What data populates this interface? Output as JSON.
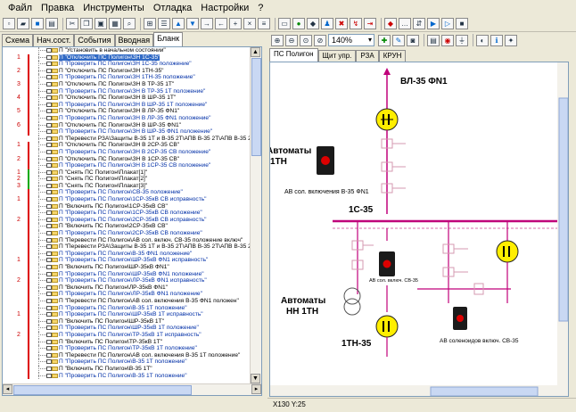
{
  "menu": [
    "Файл",
    "Правка",
    "Инструменты",
    "Отладка",
    "Настройки",
    "?"
  ],
  "left_tabs": [
    "Схема",
    "Нач.сост.",
    "События",
    "Вводная",
    "Бланк"
  ],
  "zoom": "140%",
  "right_tabs": [
    "ПС Полигон",
    "Щит упр.",
    "РЗА",
    "КРУН"
  ],
  "status": "X130 Y:25",
  "tree": [
    {
      "num": "",
      "bar": "",
      "text": "П \"Установить в начальном состоянии\"",
      "blue": false,
      "sel": false
    },
    {
      "num": "1",
      "bar": "red",
      "text": "П \"Отключить ПС Полигон\\ЗН 1С-35\"",
      "blue": false,
      "sel": true
    },
    {
      "num": "",
      "bar": "red",
      "text": "П \"Проверить ПС Полигон\\ЗН 1С-35 положение\"",
      "blue": true,
      "sel": false
    },
    {
      "num": "2",
      "bar": "red",
      "text": "П \"Отключить ПС Полигон\\ЗН 1ТН-35\"",
      "blue": false,
      "sel": false
    },
    {
      "num": "",
      "bar": "red",
      "text": "П \"Проверить ПС Полигон\\ЗН 1ТН-35 положение\"",
      "blue": true,
      "sel": false
    },
    {
      "num": "3",
      "bar": "red",
      "text": "П \"Отключить ПС Полигон\\ЗН В ТР-35 1Т\"",
      "blue": false,
      "sel": false
    },
    {
      "num": "",
      "bar": "red",
      "text": "П \"Проверить ПС Полигон\\ЗН В ТР-35 1Т положение\"",
      "blue": true,
      "sel": false
    },
    {
      "num": "4",
      "bar": "red",
      "text": "П \"Отключить ПС Полигон\\ЗН В ШР-35 1Т\"",
      "blue": false,
      "sel": false
    },
    {
      "num": "",
      "bar": "red",
      "text": "П \"Проверить ПС Полигон\\ЗН В ШР-35 1Т положение\"",
      "blue": true,
      "sel": false
    },
    {
      "num": "5",
      "bar": "red",
      "text": "П \"Отключить ПС Полигон\\ЗН В ЛР-35 ФN1\"",
      "blue": false,
      "sel": false
    },
    {
      "num": "",
      "bar": "red",
      "text": "П \"Проверить ПС Полигон\\ЗН В ЛР-35 ФN1 положение\"",
      "blue": true,
      "sel": false
    },
    {
      "num": "6",
      "bar": "red",
      "text": "П \"Отключить ПС Полигон\\ЗН В ШР-35 ФN1\"",
      "blue": false,
      "sel": false
    },
    {
      "num": "",
      "bar": "red",
      "text": "П \"Проверить ПС Полигон\\ЗН В ШР-35 ФN1 положение\"",
      "blue": true,
      "sel": false
    },
    {
      "num": "",
      "bar": "",
      "text": "П \"Перевести РЗА\\Защиты В-35 1Т и В-35 2Т\\АПВ В-35 2Т\\АПВ В-35 2Т\"",
      "blue": false,
      "sel": false
    },
    {
      "num": "1",
      "bar": "red",
      "text": "П \"Отключить ПС Полигон\\ЗН В 2СР-35 СВ\"",
      "blue": false,
      "sel": false
    },
    {
      "num": "",
      "bar": "red",
      "text": "П \"Проверить ПС Полигон\\ЗН В 2СР-35 СВ положение\"",
      "blue": true,
      "sel": false
    },
    {
      "num": "2",
      "bar": "red",
      "text": "П \"Отключить ПС Полигон\\ЗН В 1СР-35 СВ\"",
      "blue": false,
      "sel": false
    },
    {
      "num": "",
      "bar": "red",
      "text": "П \"Проверить ПС Полигон\\ЗН В 1СР-35 СВ положение\"",
      "blue": true,
      "sel": false
    },
    {
      "num": "1",
      "bar": "green",
      "text": "П \"Снять ПС Полигон\\Плакат[1]\"",
      "blue": false,
      "sel": false
    },
    {
      "num": "2",
      "bar": "green",
      "text": "П \"Снять ПС Полигон\\Плакат[2]\"",
      "blue": false,
      "sel": false
    },
    {
      "num": "3",
      "bar": "green",
      "text": "П \"Снять ПС Полигон\\Плакат[3]\"",
      "blue": false,
      "sel": false
    },
    {
      "num": "",
      "bar": "red",
      "text": "П \"Проверить ПС Полигон\\СВ-35 положение\"",
      "blue": true,
      "sel": false
    },
    {
      "num": "1",
      "bar": "red",
      "text": "П \"Проверить ПС Полигон\\1СР-35кВ СВ исправность\"",
      "blue": true,
      "sel": false
    },
    {
      "num": "",
      "bar": "red",
      "text": "П \"Включить ПС Полигон\\1СР-35кВ СВ\"",
      "blue": false,
      "sel": false
    },
    {
      "num": "",
      "bar": "red",
      "text": "П \"Проверить ПС Полигон\\1СР-35кВ СВ положение\"",
      "blue": true,
      "sel": false
    },
    {
      "num": "2",
      "bar": "red",
      "text": "П \"Проверить ПС Полигон\\2СР-35кВ СВ исправность\"",
      "blue": true,
      "sel": false
    },
    {
      "num": "",
      "bar": "red",
      "text": "П \"Включить ПС Полигон\\2СР-35кВ СВ\"",
      "blue": false,
      "sel": false
    },
    {
      "num": "",
      "bar": "red",
      "text": "П \"Проверить ПС Полигон\\2СР-35кВ СВ положение\"",
      "blue": true,
      "sel": false
    },
    {
      "num": "",
      "bar": "red",
      "text": "П \"Перевести ПС Полигон\\АВ сол. включ. СВ-35 положение включ\"",
      "blue": false,
      "sel": false
    },
    {
      "num": "",
      "bar": "red",
      "text": "П \"Перевести РЗА\\Защиты В-35 1Т и В-35 2Т\\АПВ В-35 2Т\\АПВ В-35 2Т\"",
      "blue": false,
      "sel": false
    },
    {
      "num": "",
      "bar": "red",
      "text": "П \"Проверить ПС Полигон\\В-35 ФN1 положение\"",
      "blue": true,
      "sel": false
    },
    {
      "num": "1",
      "bar": "red",
      "text": "П \"Проверить ПС Полигон\\ШР-35кВ ФN1 исправность\"",
      "blue": true,
      "sel": false
    },
    {
      "num": "",
      "bar": "red",
      "text": "П \"Включить ПС Полигон\\ШР-35кВ ФN1\"",
      "blue": false,
      "sel": false
    },
    {
      "num": "",
      "bar": "red",
      "text": "П \"Проверить ПС Полигон\\ШР-35кВ ФN1 положение\"",
      "blue": true,
      "sel": false
    },
    {
      "num": "2",
      "bar": "red",
      "text": "П \"Проверить ПС Полигон\\ЛР-35кВ ФN1 исправность\"",
      "blue": true,
      "sel": false
    },
    {
      "num": "",
      "bar": "red",
      "text": "П \"Включить ПС Полигон\\ЛР-35кВ ФN1\"",
      "blue": false,
      "sel": false
    },
    {
      "num": "",
      "bar": "red",
      "text": "П \"Проверить ПС Полигон\\ЛР-35кВ ФN1 положение\"",
      "blue": true,
      "sel": false
    },
    {
      "num": "",
      "bar": "red",
      "text": "П \"Перевести ПС Полигон\\АВ сол. включения В-35 ФN1 положен\"",
      "blue": false,
      "sel": false
    },
    {
      "num": "",
      "bar": "red",
      "text": "П \"Проверить ПС Полигон\\В-35 1Т положение\"",
      "blue": true,
      "sel": false
    },
    {
      "num": "1",
      "bar": "red",
      "text": "П \"Проверить ПС Полигон\\ШР-35кВ 1Т исправность\"",
      "blue": true,
      "sel": false
    },
    {
      "num": "",
      "bar": "red",
      "text": "П \"Включить ПС Полигон\\ШР-35кВ 1Т\"",
      "blue": false,
      "sel": false
    },
    {
      "num": "",
      "bar": "red",
      "text": "П \"Проверить ПС Полигон\\ШР-35кВ 1Т положение\"",
      "blue": true,
      "sel": false
    },
    {
      "num": "2",
      "bar": "red",
      "text": "П \"Проверить ПС Полигон\\ТР-35кВ 1Т исправность\"",
      "blue": true,
      "sel": false
    },
    {
      "num": "",
      "bar": "red",
      "text": "П \"Включить ПС Полигон\\ТР-35кВ 1Т\"",
      "blue": false,
      "sel": false
    },
    {
      "num": "",
      "bar": "red",
      "text": "П \"Проверить ПС Полигон\\ТР-35кВ 1Т положение\"",
      "blue": true,
      "sel": false
    },
    {
      "num": "",
      "bar": "red",
      "text": "П \"Перевести ПС Полигон\\АВ сол. включения В-35 1Т положение\"",
      "blue": false,
      "sel": false
    },
    {
      "num": "",
      "bar": "red",
      "text": "П \"Проверить ПС Полигон\\В-35 1Т положение\"",
      "blue": true,
      "sel": false
    },
    {
      "num": "",
      "bar": "red",
      "text": "П \"Включить ПС Полигон\\В-35 1Т\"",
      "blue": false,
      "sel": false
    },
    {
      "num": "",
      "bar": "red",
      "text": "П \"Проверить ПС Полигон\\В-35 1Т положение\"",
      "blue": true,
      "sel": false
    }
  ],
  "scheme": {
    "line_label": "ВЛ-35 ФN1",
    "auto_label_1": "Автоматы",
    "auto_label_2": "1ТН",
    "av_label_1": "АВ сол. включения В-35 ФN1",
    "bus_label": "1С-35",
    "av_label_2": "АВ сол. включ. СВ-35",
    "nn_label_1": "Автоматы",
    "nn_label_2": "НН 1ТН",
    "tn_label": "1ТН-35",
    "av_label_3": "АВ соленоидов включ. СВ-35"
  }
}
